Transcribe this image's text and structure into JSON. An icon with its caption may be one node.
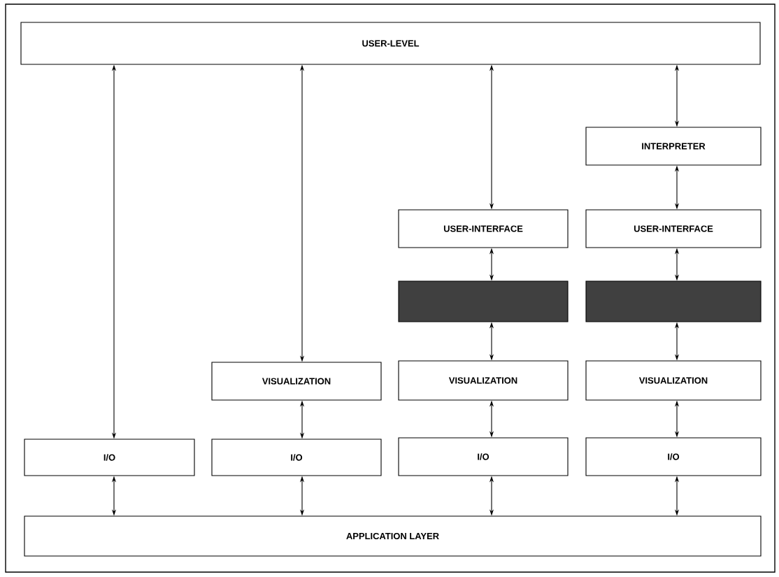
{
  "diagram": {
    "nodes": [
      {
        "text": [
          "USER-LEVEL"
        ]
      },
      {
        "text": [
          "INTERPRETER"
        ]
      },
      {
        "text": [
          "USER-INTERFACE"
        ]
      },
      {
        "text": [
          "USER-INTERFACE"
        ]
      },
      {
        "text": [],
        "shape": "box"
      },
      {
        "text": [],
        "shape": "box"
      },
      {
        "text": [
          "VISUALIZATION"
        ]
      },
      {
        "text": [
          "VISUALIZATION"
        ]
      },
      {
        "text": [
          "VISUALIZATION"
        ]
      },
      {
        "text": [
          "I/O"
        ]
      },
      {
        "text": [
          "I/O"
        ]
      },
      {
        "text": [
          "I/O"
        ]
      },
      {
        "text": [
          "I/O"
        ]
      },
      {
        "text": [
          "APPLICATION LAYER"
        ]
      }
    ],
    "edges": [
      {
        "from": 0,
        "to": 9,
        "arrow": "both"
      },
      {
        "from": 0,
        "to": 6,
        "arrow": "both"
      },
      {
        "from": 0,
        "to": 2,
        "arrow": "both"
      },
      {
        "from": 0,
        "to": 1,
        "arrow": "both"
      },
      {
        "from": 1,
        "to": 3,
        "arrow": "both"
      },
      {
        "from": 2,
        "to": 4,
        "arrow": "both"
      },
      {
        "from": 3,
        "to": 5,
        "arrow": "both"
      },
      {
        "from": 4,
        "to": 7,
        "arrow": "both"
      },
      {
        "from": 5,
        "to": 8,
        "arrow": "both"
      },
      {
        "from": 6,
        "to": 10,
        "arrow": "both"
      },
      {
        "from": 7,
        "to": 11,
        "arrow": "both"
      },
      {
        "from": 8,
        "to": 12,
        "arrow": "both"
      },
      {
        "from": 9,
        "to": 13,
        "arrow": "both"
      },
      {
        "from": 10,
        "to": 13,
        "arrow": "both"
      },
      {
        "from": 11,
        "to": 13,
        "arrow": "both"
      },
      {
        "from": 12,
        "to": 13,
        "arrow": "both"
      }
    ]
  }
}
